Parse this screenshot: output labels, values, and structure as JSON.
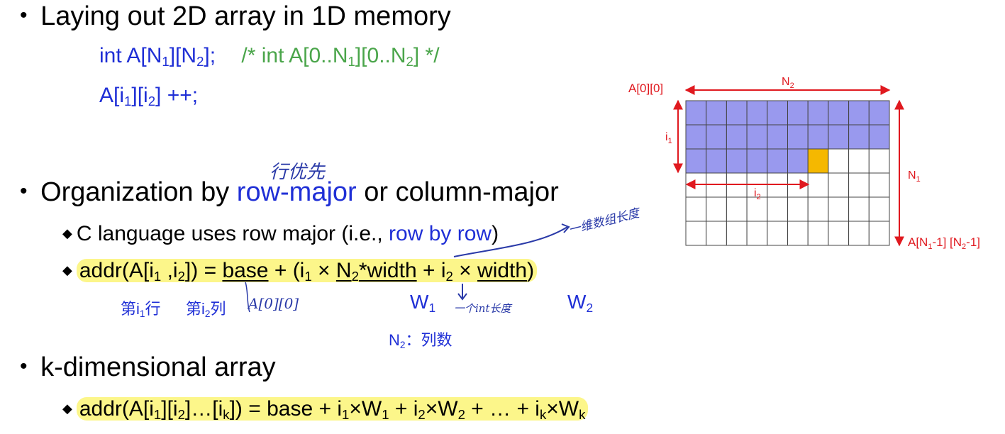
{
  "bullet1": {
    "title": "Laying out 2D array in 1D memory",
    "code_decl": "int A[N1][N2];",
    "code_comment": "/* int A[0..N1][0..N2] */",
    "code_incr": "A[i1][i2] ++;"
  },
  "bullet2": {
    "prefix": "Organization by ",
    "row_major": "row-major",
    "suffix": " or column-major",
    "handnote_above": "行优先",
    "sub1": {
      "prefix": "C language uses row major (i.e., ",
      "highlight": "row by row",
      "suffix": ")"
    },
    "handnote_right": "一维数组长度",
    "formula": "addr(A[i1 ,i2]) = base + (i1 × N2*width + i2 × width)",
    "notes": {
      "row_label": "第i1行",
      "col_label": "第i2列",
      "base_hand": "A[0][0]",
      "w1": "W1",
      "w1_hand": "一个int长度",
      "w2": "W2",
      "n2_note": "N2：列数"
    }
  },
  "bullet3": {
    "title": "k-dimensional array",
    "formula": "addr(A[i1][i2]…[ik]) = base + i1×W1 + i2×W2 + … + ik×Wk"
  },
  "diagram": {
    "label_origin": "A[0][0]",
    "label_n2": "N2",
    "label_n1": "N1",
    "label_i1": "i1",
    "label_i2": "i2",
    "label_last": "A[N1-1] [N2-1]",
    "rows": 6,
    "cols": 10,
    "filled_full_rows": 2,
    "filled_cols_third_row": 6,
    "target_row": 2,
    "target_col": 6,
    "colors": {
      "filled": "#9999ee",
      "target": "#f5b800",
      "arrow": "#e0191f",
      "grid": "#444444"
    }
  }
}
